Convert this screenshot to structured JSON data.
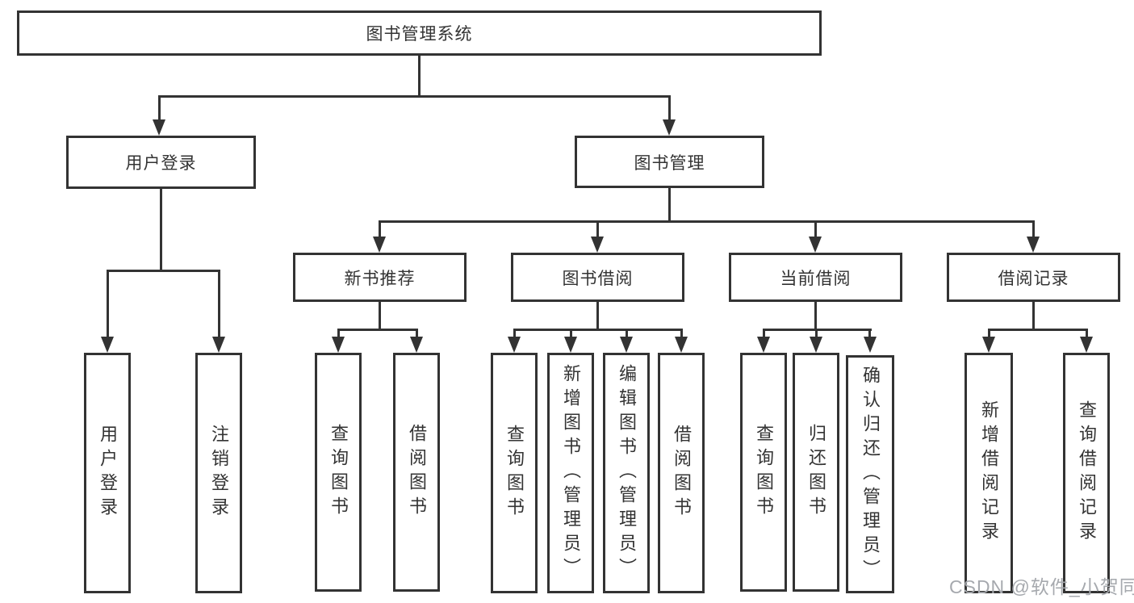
{
  "tree": {
    "label": "图书管理系统",
    "children": [
      {
        "label": "用户登录",
        "children": [
          {
            "label": "用户登录"
          },
          {
            "label": "注销登录"
          }
        ]
      },
      {
        "label": "图书管理",
        "children": [
          {
            "label": "新书推荐",
            "children": [
              {
                "label": "查询图书"
              },
              {
                "label": "借阅图书"
              }
            ]
          },
          {
            "label": "图书借阅",
            "children": [
              {
                "label": "查询图书"
              },
              {
                "label": "新增图书（管理员）"
              },
              {
                "label": "编辑图书（管理员）"
              },
              {
                "label": "借阅图书"
              }
            ]
          },
          {
            "label": "当前借阅",
            "children": [
              {
                "label": "查询图书"
              },
              {
                "label": "归还图书"
              },
              {
                "label": "确认归还（管理员）"
              }
            ]
          },
          {
            "label": "借阅记录",
            "children": [
              {
                "label": "新增借阅记录"
              },
              {
                "label": "查询借阅记录"
              }
            ]
          }
        ]
      }
    ]
  },
  "watermark": {
    "text": "CSDN @软件_小贺同学"
  },
  "colors": {
    "line": "#333333",
    "text": "#333333",
    "watermark": "#a6a9ae",
    "background": "#ffffff"
  }
}
